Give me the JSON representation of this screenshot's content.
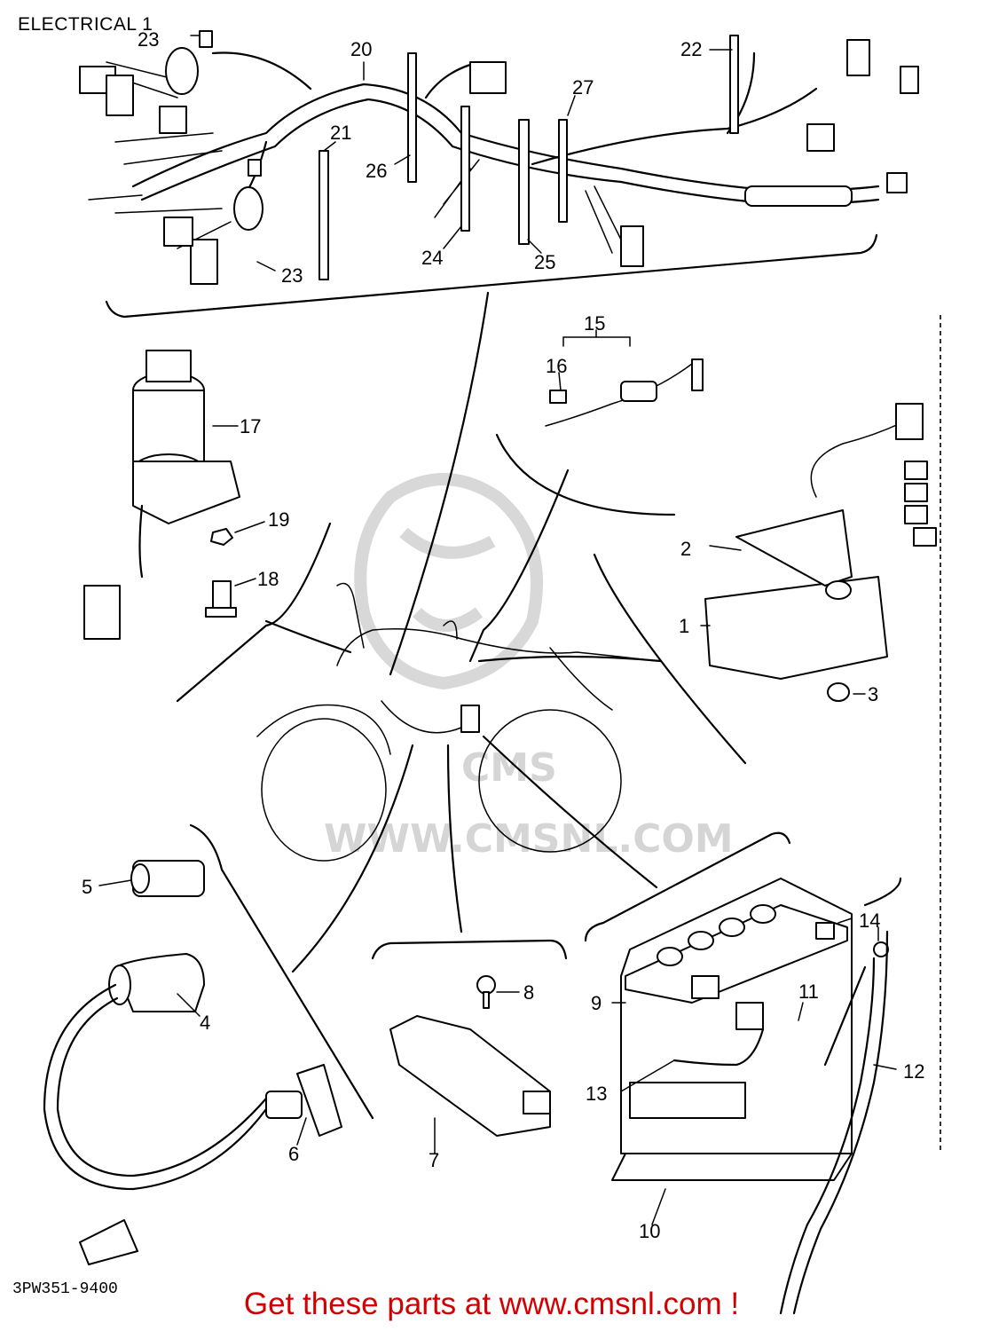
{
  "header": {
    "title": "ELECTRICAL 1"
  },
  "footer": {
    "code": "3PW351-9400",
    "link_text": "Get these parts at www.cmsnl.com !",
    "link_color": "#d20000"
  },
  "watermark": {
    "logo": "CMS",
    "text": "WWW.CMSNL.COM"
  },
  "callouts": {
    "c1": "1",
    "c2": "2",
    "c3": "3",
    "c4": "4",
    "c5": "5",
    "c6": "6",
    "c7": "7",
    "c8": "8",
    "c9": "9",
    "c10": "10",
    "c11": "11",
    "c12": "12",
    "c13": "13",
    "c14": "14",
    "c15": "15",
    "c16": "16",
    "c17": "17",
    "c18": "18",
    "c19": "19",
    "c20": "20",
    "c21": "21",
    "c22": "22",
    "c23a": "23",
    "c23b": "23",
    "c24": "24",
    "c25": "25",
    "c26": "26",
    "c27": "27"
  }
}
